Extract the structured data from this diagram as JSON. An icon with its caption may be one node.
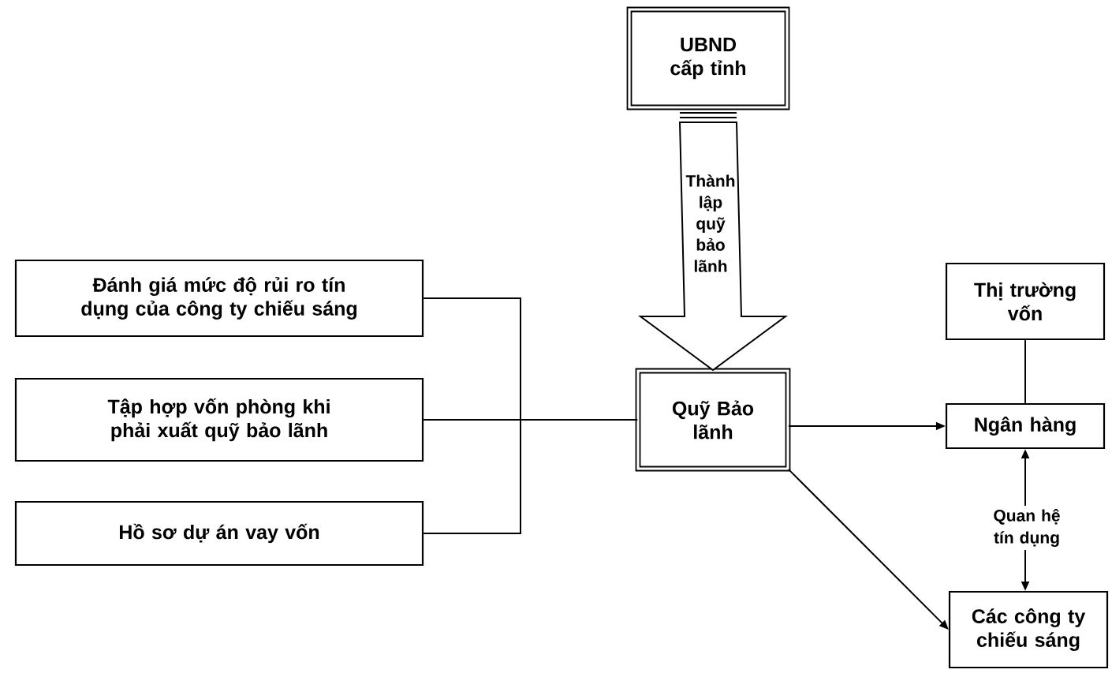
{
  "diagram": {
    "nodes": [
      {
        "text": [
          "UBND cấp tỉnh"
        ]
      },
      {
        "text": [
          "Đánh giá mức độ rủi ro tín dụng của công ty chiếu sáng"
        ]
      },
      {
        "text": [
          "Tập hợp vốn phòng khi phải xuất quỹ bảo lãnh"
        ]
      },
      {
        "text": [
          "Hồ sơ dự án vay vốn"
        ]
      },
      {
        "text": [
          "Quỹ Bảo lãnh"
        ]
      },
      {
        "text": [
          "Thị trường vốn"
        ]
      },
      {
        "text": [
          "Ngân hàng"
        ]
      },
      {
        "text": [
          "Các công ty chiếu sáng"
        ]
      }
    ],
    "edges": [
      {
        "from": 0,
        "to": 4,
        "arrow": "to",
        "label": "Thành lập quỹ bảo lãnh",
        "style": "thick"
      },
      {
        "from": 1,
        "to": 4,
        "arrow": "none"
      },
      {
        "from": 2,
        "to": 4,
        "arrow": "none"
      },
      {
        "from": 3,
        "to": 4,
        "arrow": "none"
      },
      {
        "from": 4,
        "to": 6,
        "arrow": "to"
      },
      {
        "from": 4,
        "to": 7,
        "arrow": "to"
      },
      {
        "from": 5,
        "to": 6,
        "arrow": "none"
      },
      {
        "from": 6,
        "to": 7,
        "arrow": "both",
        "label": "Quan hệ tín dụng"
      }
    ]
  }
}
